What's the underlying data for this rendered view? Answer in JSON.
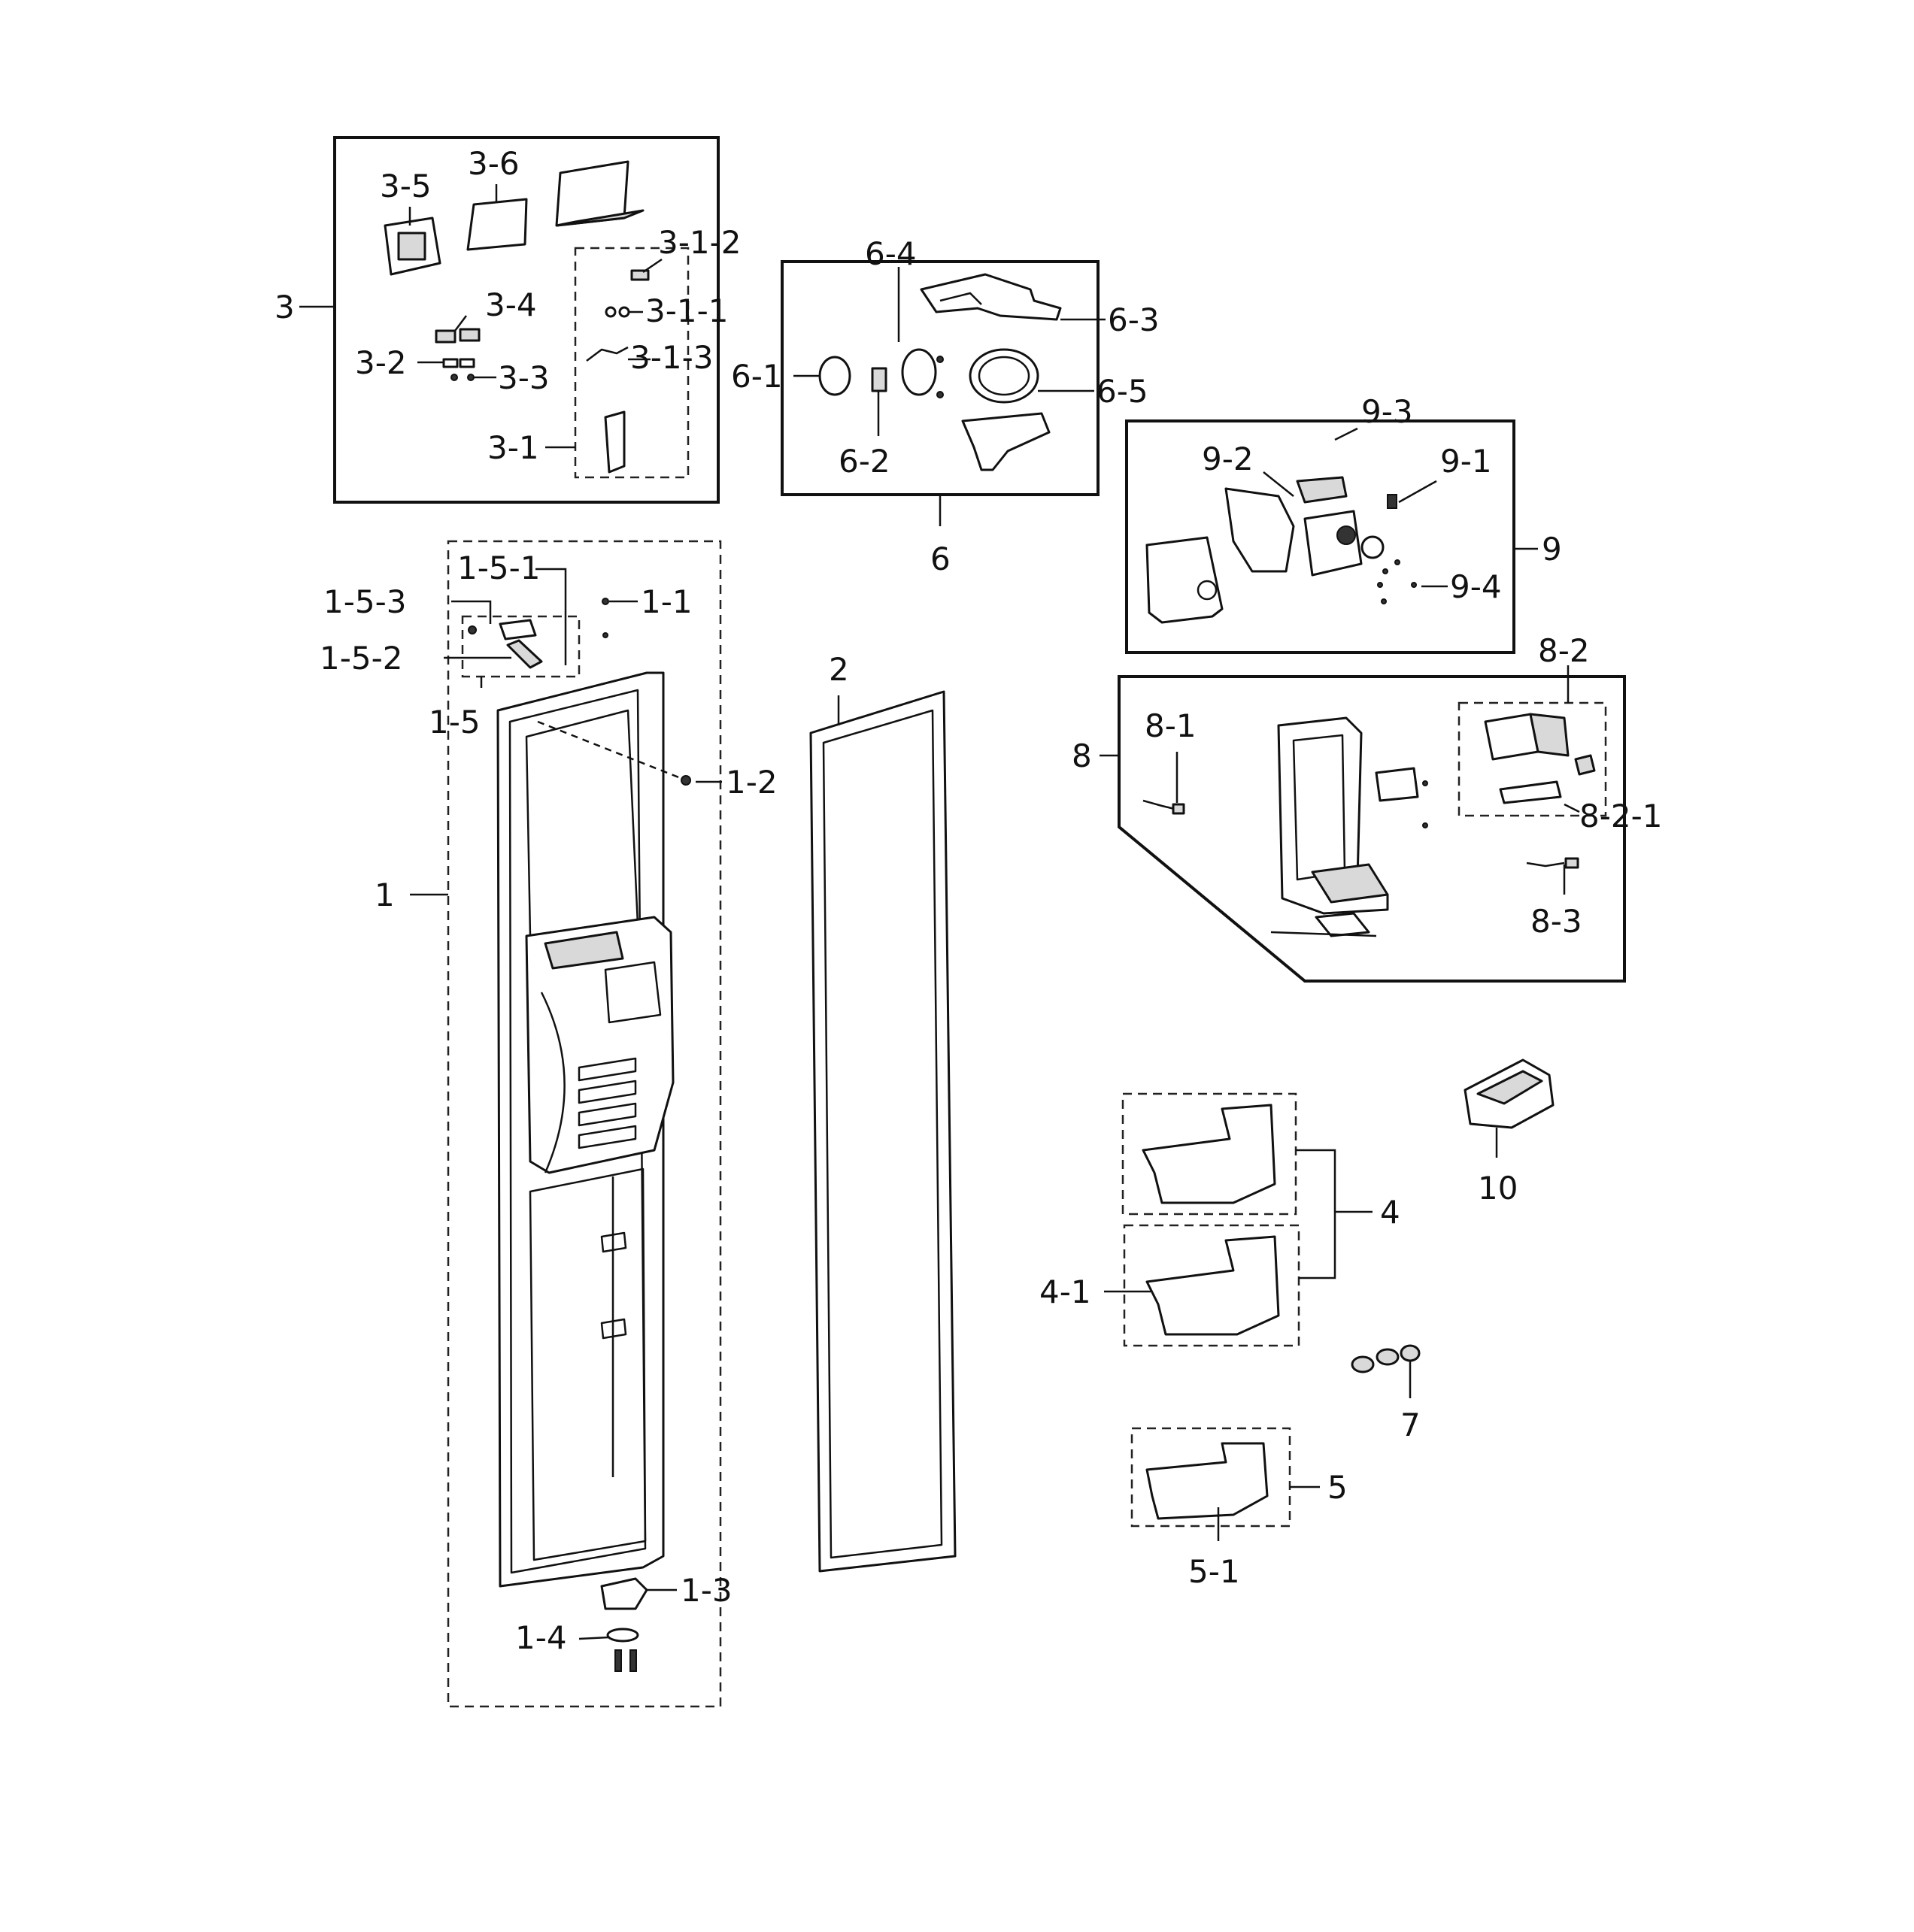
{
  "labels": {
    "l3": "3",
    "l3_5": "3-5",
    "l3_6": "3-6",
    "l3_1_2": "3-1-2",
    "l3_4": "3-4",
    "l3_1_1": "3-1-1",
    "l3_2": "3-2",
    "l3_1_3": "3-1-3",
    "l3_3": "3-3",
    "l3_1": "3-1",
    "l6_4": "6-4",
    "l6_3": "6-3",
    "l6_1": "6-1",
    "l6_5": "6-5",
    "l6_2": "6-2",
    "l6": "6",
    "l9_3": "9-3",
    "l9_2": "9-2",
    "l9_1": "9-1",
    "l9": "9",
    "l9_4": "9-4",
    "l1_5_1": "1-5-1",
    "l1_5_3": "1-5-3",
    "l1_1": "1-1",
    "l1_5_2": "1-5-2",
    "l1_5": "1-5",
    "l1_2": "1-2",
    "l1": "1",
    "l1_3": "1-3",
    "l1_4": "1-4",
    "l2": "2",
    "l8_2": "8-2",
    "l8_1": "8-1",
    "l8": "8",
    "l8_2_1": "8-2-1",
    "l8_3": "8-3",
    "l4": "4",
    "l4_1": "4-1",
    "l10": "10",
    "l7": "7",
    "l5": "5",
    "l5_1": "5-1"
  }
}
